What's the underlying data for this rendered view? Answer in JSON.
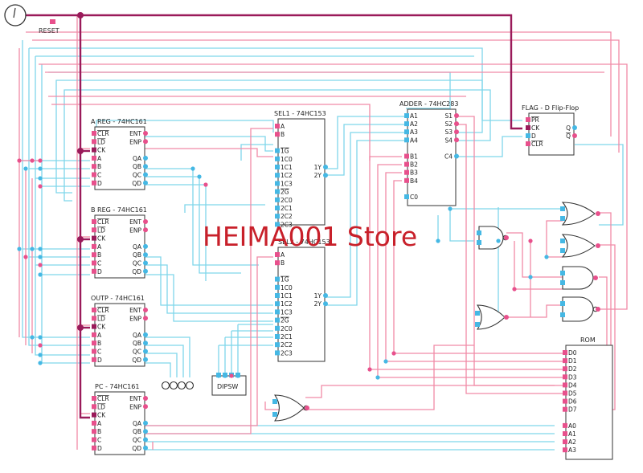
{
  "diagram": {
    "title": "",
    "watermark": "HEIMA001 Store",
    "colors": {
      "wire_cyan": "#7fd6ea",
      "wire_pink": "#f08aa6",
      "bus_dark": "#9a1a5a",
      "pin_pink": "#e8508c",
      "pin_cyan": "#45b8e4",
      "chip_fill": "#ffffff",
      "chip_border": "#333333"
    },
    "clock": {
      "label": ""
    },
    "reset": {
      "label": "RESET"
    },
    "chips": {
      "areg": {
        "title": "A REG - 74HC161",
        "left": [
          "CLR",
          "LD",
          "CK",
          "A",
          "B",
          "C",
          "D"
        ],
        "right": [
          "ENT",
          "ENP",
          "",
          "QA",
          "QB",
          "QC",
          "QD"
        ]
      },
      "breg": {
        "title": "B REG - 74HC161",
        "left": [
          "CLR",
          "LD",
          "CK",
          "A",
          "B",
          "C",
          "D"
        ],
        "right": [
          "ENT",
          "ENP",
          "",
          "QA",
          "QB",
          "QC",
          "QD"
        ]
      },
      "outp": {
        "title": "OUTP - 74HC161",
        "left": [
          "CLR",
          "LD",
          "CK",
          "A",
          "B",
          "C",
          "D"
        ],
        "right": [
          "ENT",
          "ENP",
          "",
          "QA",
          "QB",
          "QC",
          "QD"
        ]
      },
      "pc": {
        "title": "PC - 74HC161",
        "left": [
          "CLR",
          "LD",
          "CK",
          "A",
          "B",
          "C",
          "D"
        ],
        "right": [
          "ENT",
          "ENP",
          "",
          "QA",
          "QB",
          "QC",
          "QD"
        ]
      },
      "sel1": {
        "title": "SEL1 - 74HC153",
        "left": [
          "A",
          "B",
          "",
          "1G",
          "1C0",
          "1C1",
          "1C2",
          "1C3",
          "2G",
          "2C0",
          "2C1",
          "2C2",
          "2C3"
        ],
        "right": [
          "1Y",
          "2Y"
        ]
      },
      "sel2": {
        "title": "SEL2 - 74HC153",
        "left": [
          "A",
          "B",
          "",
          "1G",
          "1C0",
          "1C1",
          "1C2",
          "1C3",
          "2G",
          "2C0",
          "2C1",
          "2C2",
          "2C3"
        ],
        "right": [
          "1Y",
          "2Y"
        ]
      },
      "adder": {
        "title": "ADDER - 74HC283",
        "left": [
          "A1",
          "A2",
          "A3",
          "A4",
          "",
          "B1",
          "B2",
          "B3",
          "B4",
          "",
          "C0"
        ],
        "right": [
          "S1",
          "S2",
          "S3",
          "S4",
          "",
          "C4"
        ]
      },
      "flag": {
        "title": "FLAG - D Flip-Flop",
        "left": [
          "PR",
          "CK",
          "D",
          "CLR"
        ],
        "right": [
          "Q",
          "Q"
        ]
      },
      "rom": {
        "title": "ROM",
        "left": [
          "D0",
          "D1",
          "D2",
          "D3",
          "D4",
          "D5",
          "D6",
          "D7",
          "",
          "A0",
          "A1",
          "A2",
          "A3"
        ]
      },
      "dipsw": {
        "title": "DIPSW"
      }
    }
  }
}
